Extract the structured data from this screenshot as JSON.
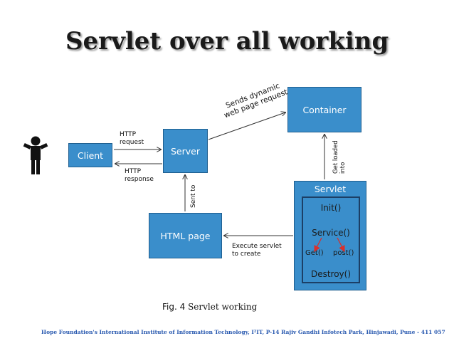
{
  "title": "Servlet over all working",
  "nodes": {
    "client": "Client",
    "server": "Server",
    "container": "Container",
    "html_page": "HTML page",
    "servlet": "Servlet"
  },
  "servlet_methods": {
    "init": "Init()",
    "service": "Service()",
    "get": "Get()",
    "post": "post()",
    "destroy": "Destroy()"
  },
  "edge_labels": {
    "http_request": [
      "HTTP",
      "request"
    ],
    "http_response": [
      "HTTP",
      "response"
    ],
    "sends_dynamic": [
      "Sends dynamic",
      "web page request"
    ],
    "get_loaded": [
      "Get loaded",
      "into"
    ],
    "sent_to": "Sent to",
    "execute_servlet": [
      "Execute servlet",
      "to create"
    ]
  },
  "caption": {
    "fig": "Fig. 4",
    "text": "Servlet working"
  },
  "footer": "Hope Foundation's International Institute of Information Technology, I²IT, P-14 Rajiv Gandhi Infotech Park, Hinjawadi, Pune - 411 057",
  "colors": {
    "box_fill": "#3a8ecb",
    "box_border": "#1f5e8f",
    "arrow_red": "#d9302c",
    "footer_text": "#2a5ab0"
  }
}
